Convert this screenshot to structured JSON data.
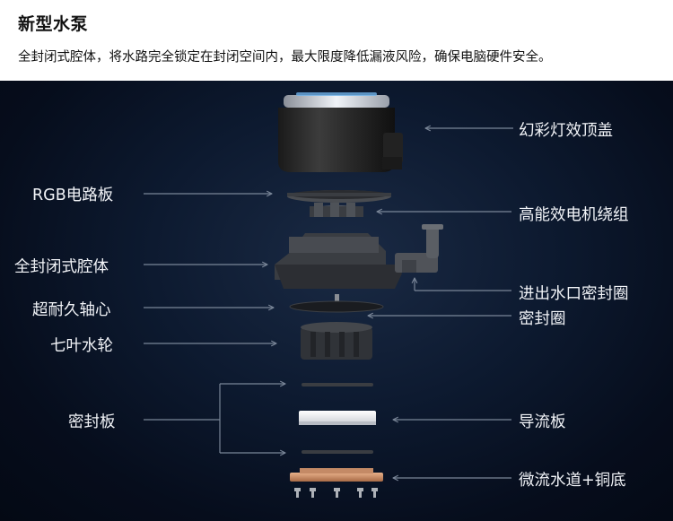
{
  "header": {
    "title": "新型水泵",
    "subtitle": "全封闭式腔体，将水路完全锁定在封闭空间内，最大限度降低漏液风险，确保电脑硬件安全。"
  },
  "labels": {
    "top_cap": "幻彩灯效顶盖",
    "rgb_board": "RGB电路板",
    "motor_winding": "高能效电机绕组",
    "sealed_chamber": "全封闭式腔体",
    "inlet_seal_ring": "进出水口密封圈",
    "shaft": "超耐久轴心",
    "seal_ring": "密封圈",
    "impeller": "七叶水轮",
    "seal_plate": "密封板",
    "flow_guide": "导流板",
    "micro_channel_base": "微流水道+铜底"
  },
  "colors": {
    "line": "#7a8698",
    "label": "#f2f4f8",
    "background": "#0b1628"
  }
}
